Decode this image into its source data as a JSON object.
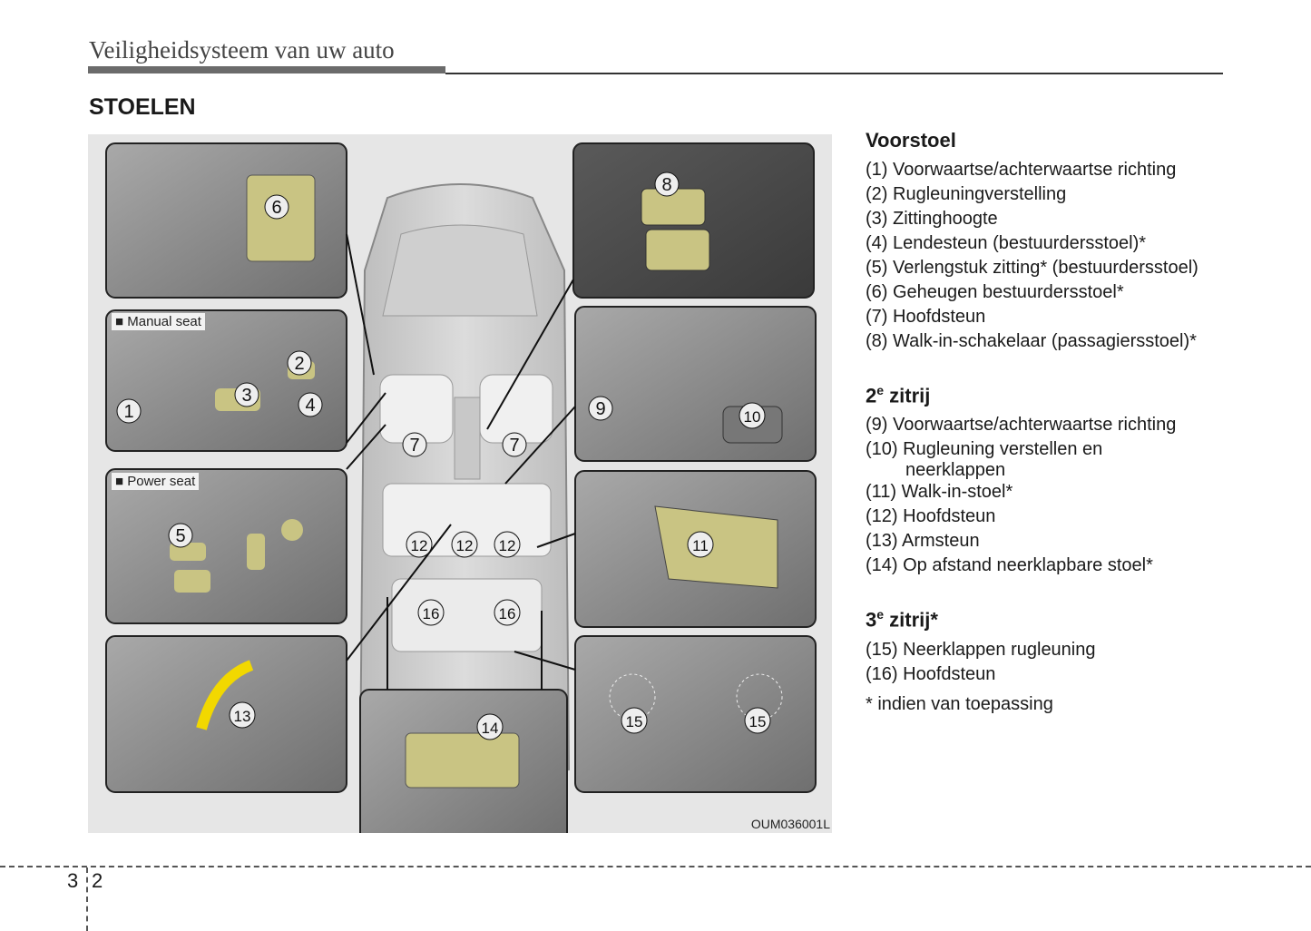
{
  "header": {
    "title": "Veiligheidsysteem van uw auto"
  },
  "section": {
    "title": "STOELEN"
  },
  "figure": {
    "code": "OUM036001L",
    "manual_caption": "■ Manual seat",
    "power_caption": "■ Power seat",
    "labels": {
      "n1": "1",
      "n2": "2",
      "n3": "3",
      "n4": "4",
      "n5": "5",
      "n6": "6",
      "n7": "7",
      "n8": "8",
      "n9": "9",
      "n10": "10",
      "n11": "11",
      "n12": "12",
      "n13": "13",
      "n14": "14",
      "n15": "15",
      "n16": "16"
    },
    "colors": {
      "highlight": "#c9c483",
      "panel": "#8e8e8e",
      "arrow": "#f2d800"
    }
  },
  "legend": {
    "front": {
      "title": "Voorstoel",
      "items": [
        "(1) Voorwaartse/achterwaartse richting",
        "(2) Rugleuningverstelling",
        "(3) Zittinghoogte",
        "(4) Lendesteun (bestuurdersstoel)*",
        "(5) Verlengstuk zitting* (bestuurdersstoel)",
        "(6) Geheugen bestuurdersstoel*",
        "(7) Hoofdsteun",
        "(8) Walk-in-schakelaar (passagiersstoel)*"
      ]
    },
    "second": {
      "title_pre": "2",
      "title_sup": "e",
      "title_post": " zitrij",
      "items": [
        "(9) Voorwaartse/achterwaartse richting",
        "(10) Rugleuning verstellen en",
        "(11) Walk-in-stoel*",
        "(12) Hoofdsteun",
        "(13) Armsteun",
        "(14) Op afstand neerklapbare stoel*"
      ],
      "item10_cont": "neerklappen"
    },
    "third": {
      "title_pre": "3",
      "title_sup": "e",
      "title_post": " zitrij*",
      "items": [
        "(15) Neerklappen rugleuning",
        "(16) Hoofdsteun"
      ]
    },
    "note": "* indien van toepassing"
  },
  "footer": {
    "chapter": "3",
    "page": "2"
  }
}
